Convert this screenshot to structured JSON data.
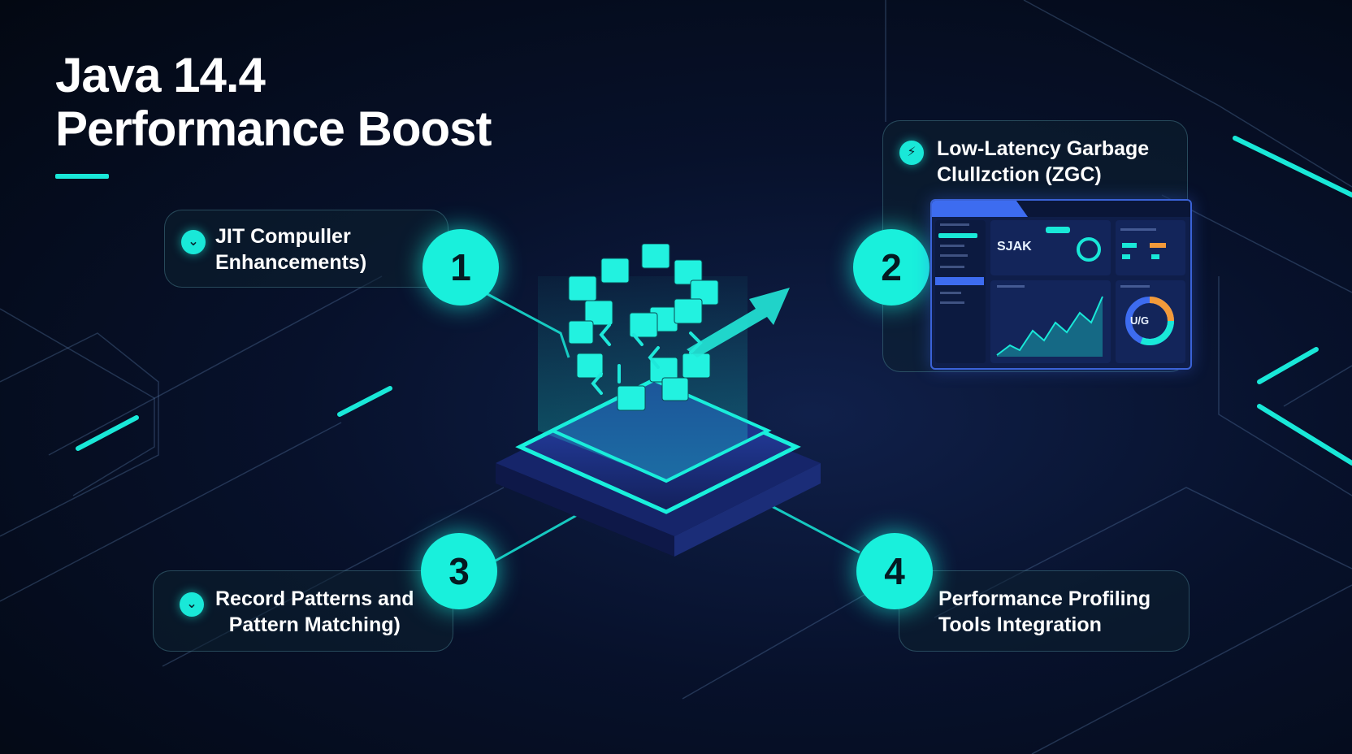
{
  "title": {
    "line1": "Java 14.4",
    "line2": "Performance Boost"
  },
  "steps": [
    {
      "number": "1",
      "line1": "JIT Compuller",
      "line2": "Enhancements)",
      "icon": "pin-icon"
    },
    {
      "number": "2",
      "line1": "Low-Latency Garbage",
      "line2": "Clullzction (ZGC)",
      "icon": "lightning-icon"
    },
    {
      "number": "3",
      "line1": "Record Patterns and",
      "line2": "Pattern Matching)",
      "icon": "pin-icon"
    },
    {
      "number": "4",
      "line1": "Performance Profiling",
      "line2": "Tools Integration",
      "icon": ""
    }
  ],
  "dashboard": {
    "kpi": "SJAK",
    "ring_label": "U/G"
  },
  "colors": {
    "accent": "#19f0dc",
    "background": "#07112b",
    "dashboard_blue": "#3d6cf0"
  }
}
